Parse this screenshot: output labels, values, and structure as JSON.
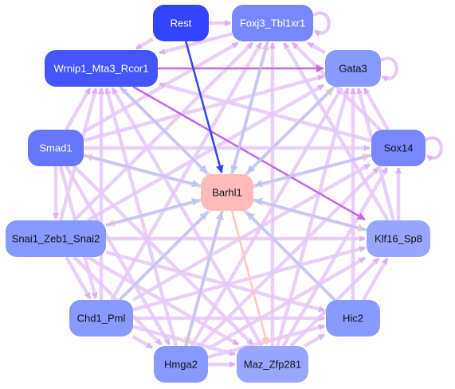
{
  "nodes": [
    {
      "id": "Rest",
      "label": "Rest",
      "fill": "#3344ff",
      "text_color": "#ffffff"
    },
    {
      "id": "Foxj3_Tbl1xr1",
      "label": "Foxj3_Tbl1xr1",
      "fill": "#7788ff",
      "text_color": "#ffffff"
    },
    {
      "id": "Wrnip1_Mta3_Rcor1",
      "label": "Wrnip1_Mta3_Rcor1",
      "fill": "#4455ff",
      "text_color": "#ffffff"
    },
    {
      "id": "Gata3",
      "label": "Gata3",
      "fill": "#8899ff",
      "text_color": "#111111"
    },
    {
      "id": "Smad1",
      "label": "Smad1",
      "fill": "#6677ff",
      "text_color": "#ffffff"
    },
    {
      "id": "Sox14",
      "label": "Sox14",
      "fill": "#7788ff",
      "text_color": "#111111"
    },
    {
      "id": "Barhl1",
      "label": "Barhl1",
      "fill": "#ffbbbb",
      "text_color": "#111111"
    },
    {
      "id": "Snai1_Zeb1_Snai2",
      "label": "Snai1_Zeb1_Snai2",
      "fill": "#8899ff",
      "text_color": "#111111"
    },
    {
      "id": "Klf16_Sp8",
      "label": "Klf16_Sp8",
      "fill": "#99a6ff",
      "text_color": "#111111"
    },
    {
      "id": "Chd1_Pml",
      "label": "Chd1_Pml",
      "fill": "#8899ff",
      "text_color": "#111111"
    },
    {
      "id": "Hic2",
      "label": "Hic2",
      "fill": "#8899ff",
      "text_color": "#111111"
    },
    {
      "id": "Hmga2",
      "label": "Hmga2",
      "fill": "#8899ff",
      "text_color": "#111111"
    },
    {
      "id": "Maz_Zfp281",
      "label": "Maz_Zfp281",
      "fill": "#99a6ff",
      "text_color": "#111111"
    }
  ],
  "edge_colors": {
    "mesh": "#e6c8f8",
    "strong": "#c266ee",
    "repress": "#3344ee",
    "activate": "#ffc8b8",
    "blue_link": "#bcc8f4"
  },
  "edges": [
    {
      "from": "Rest",
      "to": "Barhl1",
      "kind": "repress"
    },
    {
      "from": "Wrnip1_Mta3_Rcor1",
      "to": "Klf16_Sp8",
      "kind": "strong"
    },
    {
      "from": "Wrnip1_Mta3_Rcor1",
      "to": "Gata3",
      "kind": "strong"
    },
    {
      "from": "Foxj3_Tbl1xr1",
      "to": "Barhl1",
      "kind": "blue_link"
    },
    {
      "from": "Wrnip1_Mta3_Rcor1",
      "to": "Barhl1",
      "kind": "blue_link"
    },
    {
      "from": "Gata3",
      "to": "Barhl1",
      "kind": "blue_link"
    },
    {
      "from": "Sox14",
      "to": "Barhl1",
      "kind": "blue_link"
    },
    {
      "from": "Klf16_Sp8",
      "to": "Barhl1",
      "kind": "blue_link"
    },
    {
      "from": "Hic2",
      "to": "Barhl1",
      "kind": "blue_link"
    },
    {
      "from": "Chd1_Pml",
      "to": "Barhl1",
      "kind": "blue_link"
    },
    {
      "from": "Snai1_Zeb1_Snai2",
      "to": "Barhl1",
      "kind": "blue_link"
    },
    {
      "from": "Smad1",
      "to": "Barhl1",
      "kind": "blue_link"
    },
    {
      "from": "Hmga2",
      "to": "Barhl1",
      "kind": "blue_link"
    },
    {
      "from": "Barhl1",
      "to": "Foxj3_Tbl1xr1",
      "kind": "activate"
    },
    {
      "from": "Barhl1",
      "to": "Smad1",
      "kind": "activate"
    },
    {
      "from": "Barhl1",
      "to": "Snai1_Zeb1_Snai2",
      "kind": "activate"
    },
    {
      "from": "Barhl1",
      "to": "Sox14",
      "kind": "activate"
    },
    {
      "from": "Barhl1",
      "to": "Klf16_Sp8",
      "kind": "activate"
    },
    {
      "from": "Barhl1",
      "to": "Maz_Zfp281",
      "kind": "activate"
    },
    {
      "from": "Barhl1",
      "to": "Hmga2",
      "kind": "activate"
    },
    {
      "from": "Barhl1",
      "to": "Gata3",
      "kind": "activate"
    },
    {
      "from": "Smad1",
      "to": "Wrnip1_Mta3_Rcor1",
      "kind": "mesh"
    },
    {
      "from": "Smad1",
      "to": "Snai1_Zeb1_Snai2",
      "kind": "mesh"
    },
    {
      "from": "Smad1",
      "to": "Foxj3_Tbl1xr1",
      "kind": "mesh"
    },
    {
      "from": "Smad1",
      "to": "Sox14",
      "kind": "mesh"
    },
    {
      "from": "Smad1",
      "to": "Chd1_Pml",
      "kind": "mesh"
    },
    {
      "from": "Smad1",
      "to": "Klf16_Sp8",
      "kind": "mesh"
    },
    {
      "from": "Smad1",
      "to": "Hmga2",
      "kind": "mesh"
    },
    {
      "from": "Smad1",
      "to": "Maz_Zfp281",
      "kind": "mesh"
    },
    {
      "from": "Smad1",
      "to": "Gata3",
      "kind": "mesh"
    },
    {
      "from": "Snai1_Zeb1_Snai2",
      "to": "Chd1_Pml",
      "kind": "mesh"
    },
    {
      "from": "Snai1_Zeb1_Snai2",
      "to": "Klf16_Sp8",
      "kind": "mesh"
    },
    {
      "from": "Snai1_Zeb1_Snai2",
      "to": "Hmga2",
      "kind": "mesh"
    },
    {
      "from": "Snai1_Zeb1_Snai2",
      "to": "Maz_Zfp281",
      "kind": "mesh"
    },
    {
      "from": "Snai1_Zeb1_Snai2",
      "to": "Hic2",
      "kind": "mesh"
    },
    {
      "from": "Snai1_Zeb1_Snai2",
      "to": "Sox14",
      "kind": "mesh"
    },
    {
      "from": "Snai1_Zeb1_Snai2",
      "to": "Gata3",
      "kind": "mesh"
    },
    {
      "from": "Snai1_Zeb1_Snai2",
      "to": "Foxj3_Tbl1xr1",
      "kind": "mesh"
    },
    {
      "from": "Snai1_Zeb1_Snai2",
      "to": "Wrnip1_Mta3_Rcor1",
      "kind": "mesh"
    },
    {
      "from": "Chd1_Pml",
      "to": "Hmga2",
      "kind": "mesh"
    },
    {
      "from": "Chd1_Pml",
      "to": "Maz_Zfp281",
      "kind": "mesh"
    },
    {
      "from": "Chd1_Pml",
      "to": "Hic2",
      "kind": "mesh"
    },
    {
      "from": "Chd1_Pml",
      "to": "Klf16_Sp8",
      "kind": "mesh"
    },
    {
      "from": "Chd1_Pml",
      "to": "Sox14",
      "kind": "mesh"
    },
    {
      "from": "Chd1_Pml",
      "to": "Gata3",
      "kind": "mesh"
    },
    {
      "from": "Chd1_Pml",
      "to": "Foxj3_Tbl1xr1",
      "kind": "mesh"
    },
    {
      "from": "Chd1_Pml",
      "to": "Wrnip1_Mta3_Rcor1",
      "kind": "mesh"
    },
    {
      "from": "Hmga2",
      "to": "Maz_Zfp281",
      "kind": "mesh"
    },
    {
      "from": "Hmga2",
      "to": "Hic2",
      "kind": "mesh"
    },
    {
      "from": "Hmga2",
      "to": "Klf16_Sp8",
      "kind": "mesh"
    },
    {
      "from": "Hmga2",
      "to": "Sox14",
      "kind": "mesh"
    },
    {
      "from": "Hmga2",
      "to": "Gata3",
      "kind": "mesh"
    },
    {
      "from": "Hmga2",
      "to": "Foxj3_Tbl1xr1",
      "kind": "mesh"
    },
    {
      "from": "Hmga2",
      "to": "Wrnip1_Mta3_Rcor1",
      "kind": "mesh"
    },
    {
      "from": "Maz_Zfp281",
      "to": "Hic2",
      "kind": "mesh"
    },
    {
      "from": "Maz_Zfp281",
      "to": "Klf16_Sp8",
      "kind": "mesh"
    },
    {
      "from": "Maz_Zfp281",
      "to": "Sox14",
      "kind": "mesh"
    },
    {
      "from": "Maz_Zfp281",
      "to": "Gata3",
      "kind": "mesh"
    },
    {
      "from": "Maz_Zfp281",
      "to": "Foxj3_Tbl1xr1",
      "kind": "mesh"
    },
    {
      "from": "Maz_Zfp281",
      "to": "Wrnip1_Mta3_Rcor1",
      "kind": "mesh"
    },
    {
      "from": "Hic2",
      "to": "Klf16_Sp8",
      "kind": "mesh"
    },
    {
      "from": "Hic2",
      "to": "Gata3",
      "kind": "mesh"
    },
    {
      "from": "Hic2",
      "to": "Wrnip1_Mta3_Rcor1",
      "kind": "mesh"
    },
    {
      "from": "Klf16_Sp8",
      "to": "Sox14",
      "kind": "mesh"
    },
    {
      "from": "Klf16_Sp8",
      "to": "Gata3",
      "kind": "mesh"
    },
    {
      "from": "Klf16_Sp8",
      "to": "Foxj3_Tbl1xr1",
      "kind": "mesh"
    },
    {
      "from": "Sox14",
      "to": "Gata3",
      "kind": "mesh"
    },
    {
      "from": "Sox14",
      "to": "Foxj3_Tbl1xr1",
      "kind": "mesh"
    },
    {
      "from": "Sox14",
      "to": "Wrnip1_Mta3_Rcor1",
      "kind": "mesh"
    },
    {
      "from": "Gata3",
      "to": "Foxj3_Tbl1xr1",
      "kind": "mesh"
    },
    {
      "from": "Foxj3_Tbl1xr1",
      "to": "Wrnip1_Mta3_Rcor1",
      "kind": "mesh"
    },
    {
      "from": "Rest",
      "to": "Wrnip1_Mta3_Rcor1",
      "kind": "mesh"
    },
    {
      "from": "Rest",
      "to": "Foxj3_Tbl1xr1",
      "kind": "mesh"
    }
  ],
  "self_loops": [
    "Foxj3_Tbl1xr1",
    "Gata3",
    "Sox14"
  ]
}
